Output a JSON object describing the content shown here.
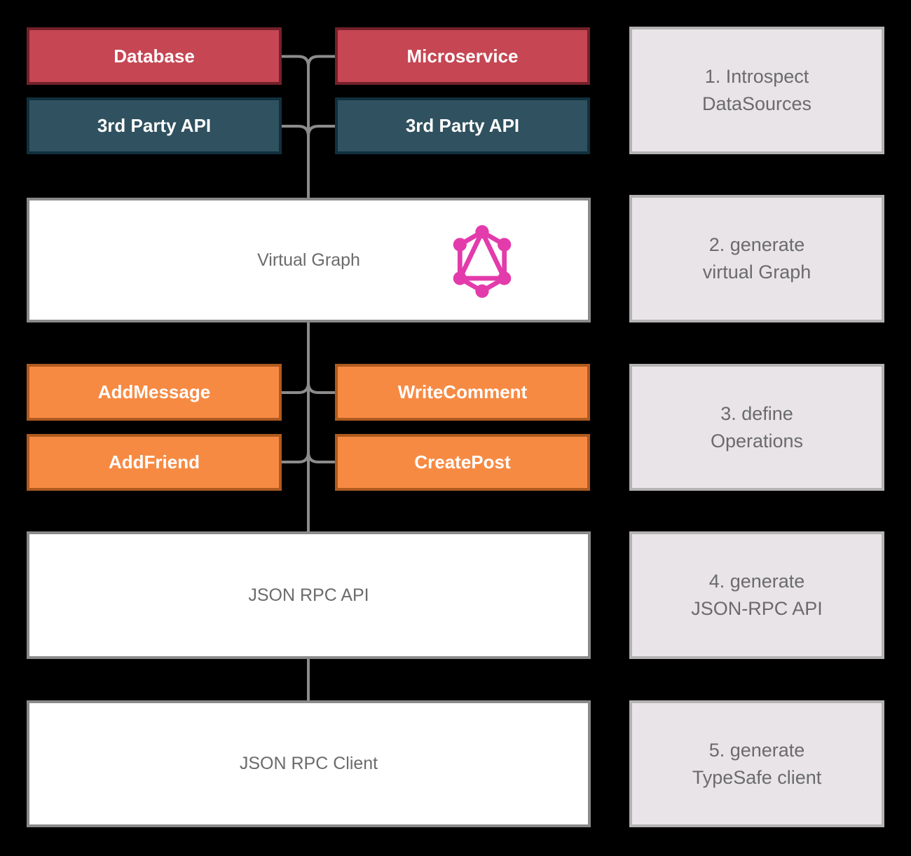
{
  "colors": {
    "background": "#000000",
    "connector": "#8c8c8c",
    "datasource_red": "#c64653",
    "datasource_red_border": "#73212a",
    "api_teal": "#30515f",
    "api_teal_border": "#11303d",
    "operation_orange": "#f78a43",
    "operation_orange_border": "#ae5a1f",
    "box_white": "#ffffff",
    "box_white_border": "#8a8a8a",
    "panel_fill": "#e8e4e7",
    "panel_border": "#b5b2b4",
    "text_light": "#ffffff",
    "text_gray": "#6b6b6b",
    "graphql_pink": "#e33bab"
  },
  "nodes": {
    "database": "Database",
    "microservice": "Microservice",
    "third_party_api_left": "3rd Party API",
    "third_party_api_right": "3rd Party API",
    "virtual_graph": "Virtual Graph",
    "add_message": "AddMessage",
    "write_comment": "WriteComment",
    "add_friend": "AddFriend",
    "create_post": "CreatePost",
    "json_rpc_api": "JSON RPC API",
    "json_rpc_client": "JSON RPC Client"
  },
  "icons": {
    "graphql": "graphql-logo"
  },
  "steps": [
    {
      "line1": "1. Introspect",
      "line2": "DataSources"
    },
    {
      "line1": "2. generate",
      "line2": "virtual Graph"
    },
    {
      "line1": "3. define",
      "line2": "Operations"
    },
    {
      "line1": "4. generate",
      "line2": "JSON-RPC API"
    },
    {
      "line1": "5. generate",
      "line2": "TypeSafe client"
    }
  ]
}
